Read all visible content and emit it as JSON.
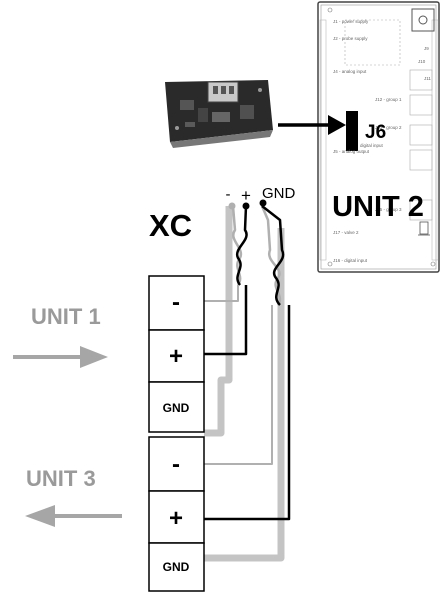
{
  "unit_labels": {
    "xc": "XC",
    "unit1": "UNIT 1",
    "unit3": "UNIT 3",
    "unit2": "UNIT 2",
    "j6": "J6"
  },
  "terminals": {
    "minus": "-",
    "plus": "+",
    "gnd": "GND"
  },
  "cable_labels": {
    "minus": "-",
    "plus": "+",
    "gnd": "GND"
  },
  "board_labels": {
    "power_supply": "J1 - power supply",
    "probe_supply": "J2 - probe supply",
    "analog_input": "J4 - analog input",
    "digital_input_j6": "digital input",
    "group1": "J12 - group 1",
    "group2": "J13 - group 2",
    "analog_output": "J5 - analog output",
    "valve2": "J17 - valve 2",
    "group3": "J15 - group 3",
    "digital_input": "J16 - digital input",
    "j9": "J9",
    "j10": "J10",
    "j11": "J11"
  },
  "colors": {
    "wire_black": "#000000",
    "wire_gray": "#b0b0b0",
    "text_gray": "#9a9a9a",
    "arrow_gray": "#a6a6a6"
  }
}
